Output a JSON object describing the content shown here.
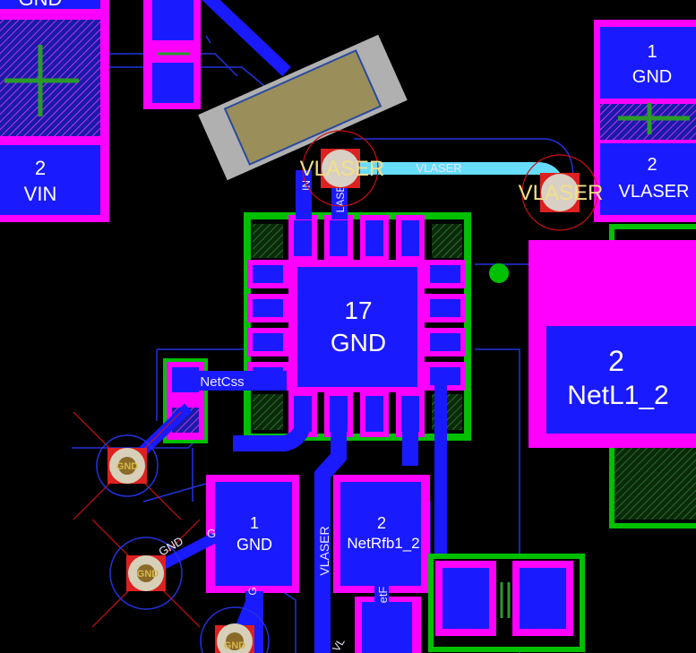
{
  "pads": {
    "vin_top_label": "GND",
    "vin_pad2_num": "2",
    "vin_pad2_net": "VIN",
    "conn_pad1_num": "1",
    "conn_pad1_net": "GND",
    "conn_pad2_num": "2",
    "conn_pad2_net": "VLASER",
    "ic_center_num": "17",
    "ic_center_net": "GND",
    "l1_pad_num": "2",
    "l1_pad_net": "NetL1_2",
    "c_gnd_num": "1",
    "c_gnd_net": "GND",
    "rfb_num": "2",
    "rfb_net": "NetRfb1_2"
  },
  "nets": {
    "vlaser_via_left": "VLASER",
    "vlaser_via_right": "VLASER",
    "vlaser_trace": "VLASER",
    "in_pin": "IN",
    "laser_pin": "LASE",
    "netcss": "NetCss",
    "vlaser_vertical": "VLASER",
    "gnd_via_1": "GND",
    "gnd_via_2": "GND",
    "gnd_via_3": "GND",
    "gnd_trace_a": "GND",
    "gnd_trace_b": "G",
    "gnd_trace_c": "G",
    "etf_trace": "etF",
    "vl_bottom": "VL"
  },
  "colors": {
    "background": "#000000",
    "copper_top": "#1a1aff",
    "pad_outline": "#ff00ff",
    "silkscreen_green": "#00c000",
    "trace_cyan": "#66ddff",
    "via_gold": "#d0c8b0",
    "drill_red": "#ff2020"
  }
}
